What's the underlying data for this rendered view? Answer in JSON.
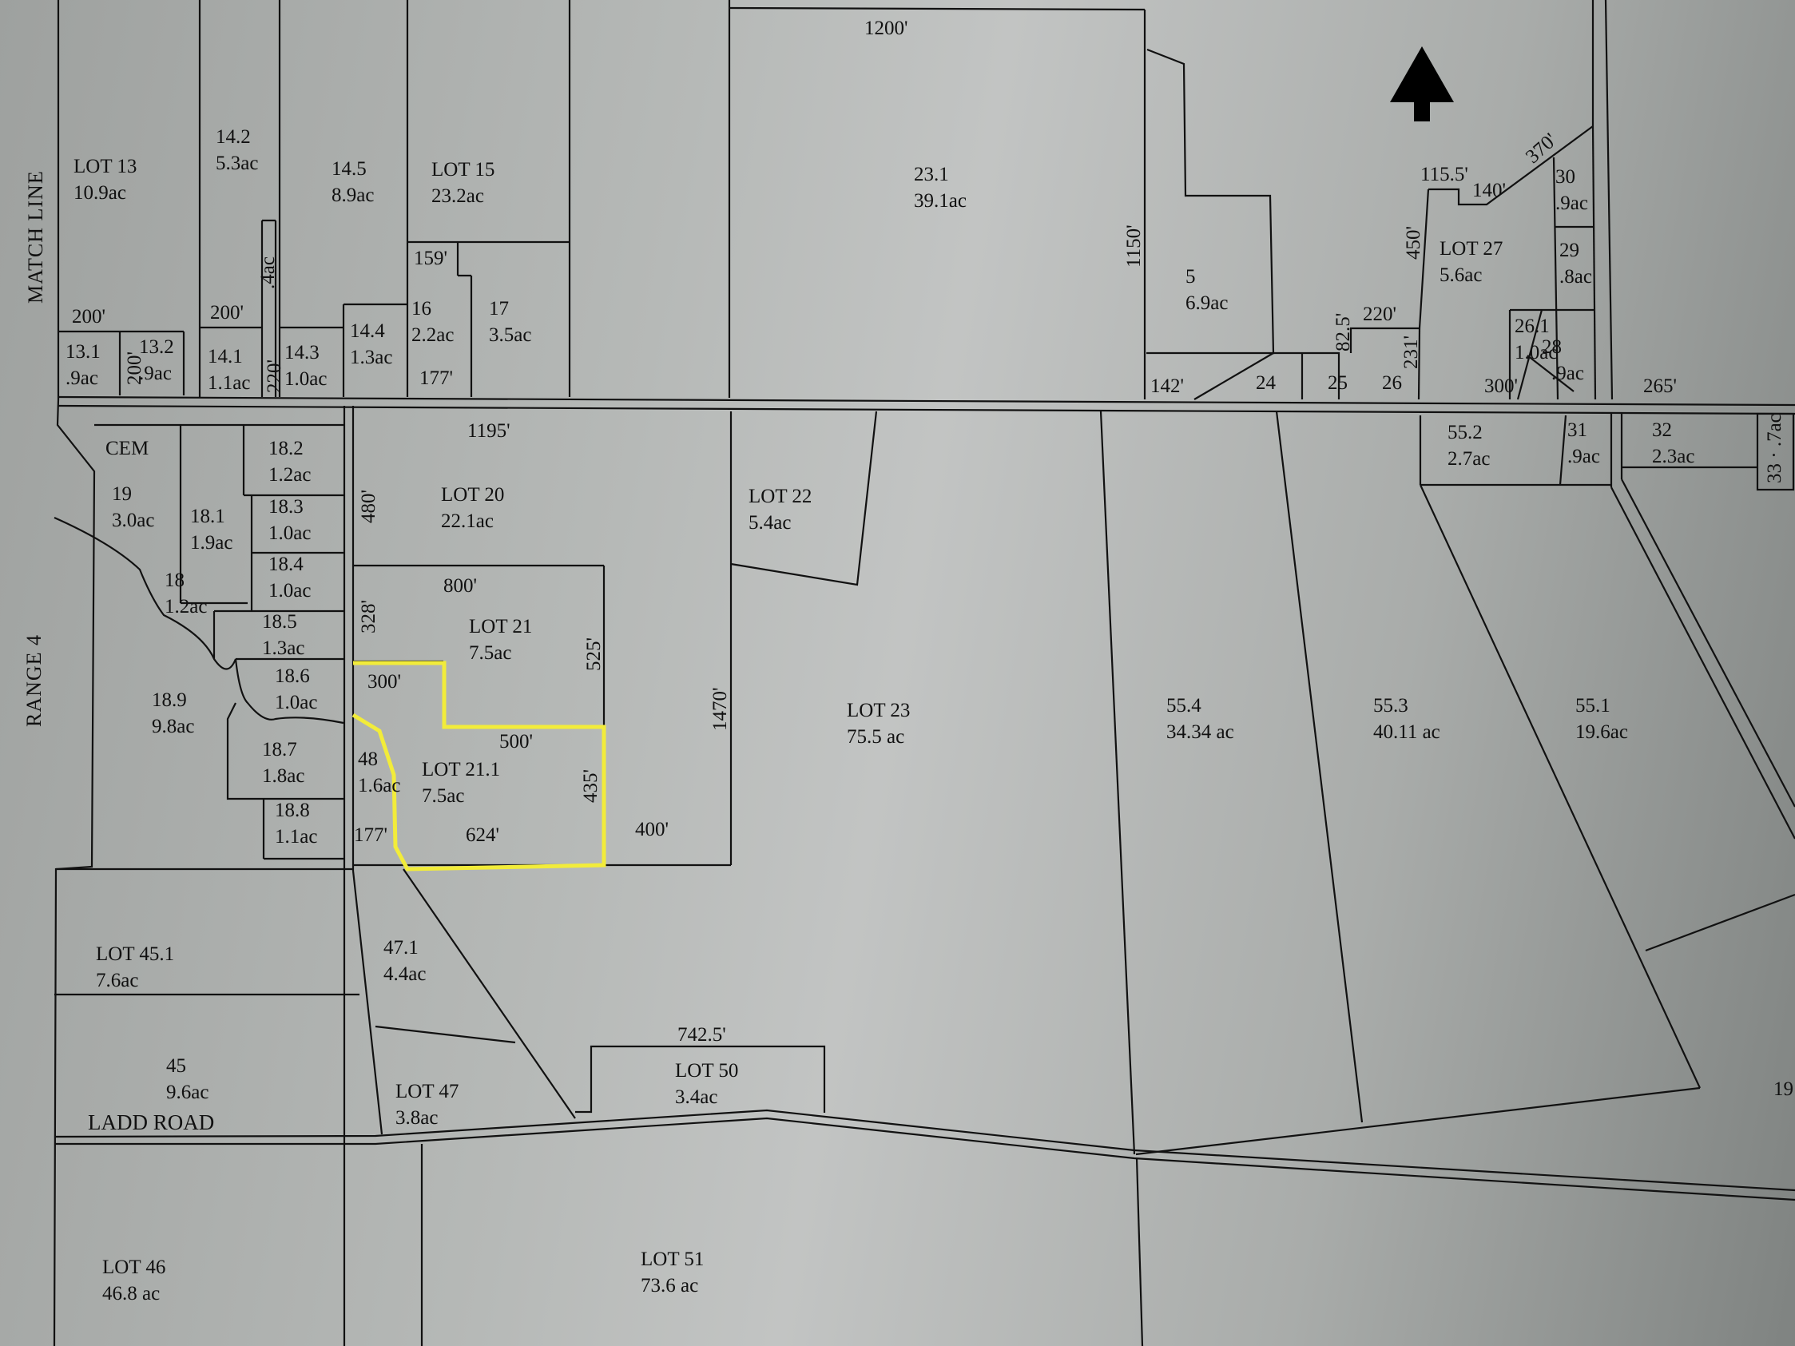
{
  "map": {
    "margin_labels": {
      "match_line": "MATCH LINE",
      "range": "RANGE 4"
    },
    "road_label": "LADD ROAD",
    "north_arrow": "north-arrow",
    "highlight_color": "#f2ec3a",
    "line_color": "#111111",
    "parcels": [
      {
        "id": "lot13",
        "name": "LOT 13",
        "area": "10.9ac"
      },
      {
        "id": "p13_1",
        "name": "13.1",
        "area": ".9ac"
      },
      {
        "id": "p13_2",
        "name": "13.2",
        "area": ".9ac"
      },
      {
        "id": "p14_2",
        "name": "14.2",
        "area": "5.3ac"
      },
      {
        "id": "p14_1",
        "name": "14.1",
        "area": "1.1ac"
      },
      {
        "id": "p14_strip",
        "name": "",
        "area": ".4ac"
      },
      {
        "id": "p14_5",
        "name": "14.5",
        "area": "8.9ac"
      },
      {
        "id": "p14_3",
        "name": "14.3",
        "area": "1.0ac"
      },
      {
        "id": "p14_4",
        "name": "14.4",
        "area": "1.3ac"
      },
      {
        "id": "lot15",
        "name": "LOT 15",
        "area": "23.2ac"
      },
      {
        "id": "p16",
        "name": "16",
        "area": "2.2ac"
      },
      {
        "id": "p17",
        "name": "17",
        "area": "3.5ac"
      },
      {
        "id": "p23_1",
        "name": "23.1",
        "area": "39.1ac"
      },
      {
        "id": "p5",
        "name": "5",
        "area": "6.9ac"
      },
      {
        "id": "p24",
        "name": "24",
        "area": ""
      },
      {
        "id": "p25",
        "name": "25",
        "area": ""
      },
      {
        "id": "p26",
        "name": "26",
        "area": ""
      },
      {
        "id": "lot27",
        "name": "LOT 27",
        "area": "5.6ac"
      },
      {
        "id": "p30",
        "name": "30",
        "area": ".9ac"
      },
      {
        "id": "p29",
        "name": "29",
        "area": ".8ac"
      },
      {
        "id": "p26_1",
        "name": "26.1",
        "area": "1.0ac"
      },
      {
        "id": "p28",
        "name": "28",
        "area": ".9ac"
      },
      {
        "id": "cem",
        "name": "CEM",
        "area": ""
      },
      {
        "id": "p19",
        "name": "19",
        "area": "3.0ac"
      },
      {
        "id": "p18_1",
        "name": "18.1",
        "area": "1.9ac"
      },
      {
        "id": "p18_2",
        "name": "18.2",
        "area": "1.2ac"
      },
      {
        "id": "p18_3",
        "name": "18.3",
        "area": "1.0ac"
      },
      {
        "id": "p18_4",
        "name": "18.4",
        "area": "1.0ac"
      },
      {
        "id": "p18",
        "name": "18",
        "area": "1.2ac"
      },
      {
        "id": "p18_5",
        "name": "18.5",
        "area": "1.3ac"
      },
      {
        "id": "p18_6",
        "name": "18.6",
        "area": "1.0ac"
      },
      {
        "id": "p18_9",
        "name": "18.9",
        "area": "9.8ac"
      },
      {
        "id": "p18_7",
        "name": "18.7",
        "area": "1.8ac"
      },
      {
        "id": "p18_8",
        "name": "18.8",
        "area": "1.1ac"
      },
      {
        "id": "lot20",
        "name": "LOT 20",
        "area": "22.1ac"
      },
      {
        "id": "lot21",
        "name": "LOT 21",
        "area": "7.5ac"
      },
      {
        "id": "p48",
        "name": "48",
        "area": "1.6ac"
      },
      {
        "id": "lot21_1",
        "name": "LOT 21.1",
        "area": "7.5ac",
        "highlighted": true
      },
      {
        "id": "lot22",
        "name": "LOT 22",
        "area": "5.4ac"
      },
      {
        "id": "lot23",
        "name": "LOT 23",
        "area": "75.5 ac"
      },
      {
        "id": "p55_4",
        "name": "55.4",
        "area": "34.34 ac"
      },
      {
        "id": "p55_3",
        "name": "55.3",
        "area": "40.11 ac"
      },
      {
        "id": "p55_1",
        "name": "55.1",
        "area": "19.6ac"
      },
      {
        "id": "p55_2",
        "name": "55.2",
        "area": "2.7ac"
      },
      {
        "id": "p31",
        "name": "31",
        "area": ".9ac"
      },
      {
        "id": "p32",
        "name": "32",
        "area": "2.3ac"
      },
      {
        "id": "p33",
        "name": "33",
        "area": ".7ac"
      },
      {
        "id": "lot45_1",
        "name": "LOT 45.1",
        "area": "7.6ac"
      },
      {
        "id": "p45",
        "name": "45",
        "area": "9.6ac"
      },
      {
        "id": "p47_1",
        "name": "47.1",
        "area": "4.4ac"
      },
      {
        "id": "lot47",
        "name": "LOT 47",
        "area": "3.8ac"
      },
      {
        "id": "lot50",
        "name": "LOT 50",
        "area": "3.4ac"
      },
      {
        "id": "lot46",
        "name": "LOT 46",
        "area": "46.8 ac"
      },
      {
        "id": "lot51",
        "name": "LOT 51",
        "area": "73.6 ac"
      },
      {
        "id": "p19_edge",
        "name": "19",
        "area": ""
      }
    ],
    "dimensions": {
      "d1200": "1200'",
      "d1150": "1150'",
      "d200a": "200'",
      "d200b": "200'",
      "d200v": "200'",
      "d220v": "220'",
      "d159": "159'",
      "d177a": "177'",
      "d142": "142'",
      "d82_5": "82.5'",
      "d220": "220'",
      "d231": "231'",
      "d450": "450'",
      "d115_5": "115.5'",
      "d140": "140'",
      "d370": "370'",
      "d300a": "300'",
      "d265": "265'",
      "d1195": "1195'",
      "d480": "480'",
      "d800": "800'",
      "d328": "328'",
      "d525": "525'",
      "d300b": "300'",
      "d500": "500'",
      "d435": "435'",
      "d624": "624'",
      "d177b": "177'",
      "d400": "400'",
      "d1470": "1470'",
      "d742_5": "742.5'"
    }
  }
}
